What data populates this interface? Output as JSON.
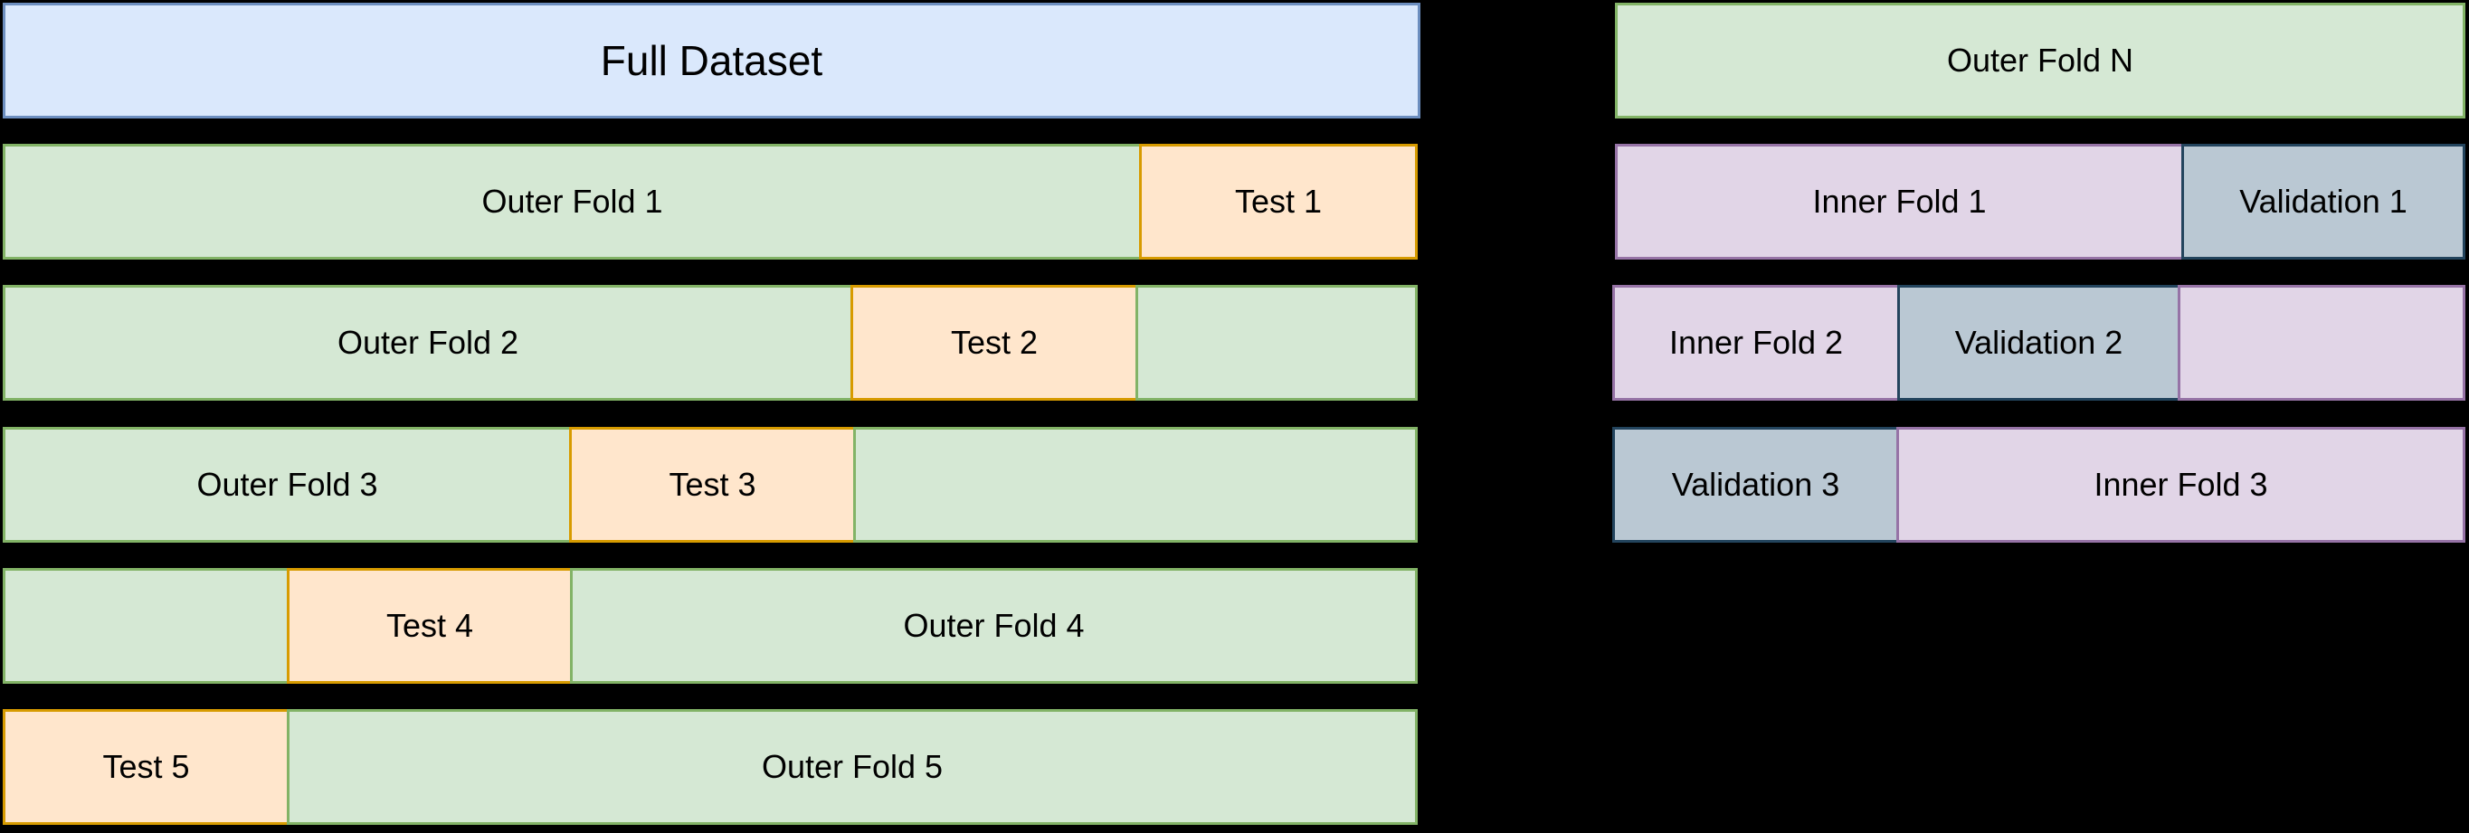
{
  "left": {
    "full_dataset": "Full Dataset",
    "row1": {
      "outer": "Outer Fold 1",
      "test": "Test 1"
    },
    "row2": {
      "outer": "Outer Fold 2",
      "test": "Test 2"
    },
    "row3": {
      "outer": "Outer Fold 3",
      "test": "Test 3"
    },
    "row4": {
      "outer": "Outer Fold 4",
      "test": "Test 4"
    },
    "row5": {
      "outer": "Outer Fold 5",
      "test": "Test 5"
    }
  },
  "right": {
    "outer_fold_n": "Outer Fold N",
    "row1": {
      "inner": "Inner Fold 1",
      "validation": "Validation 1"
    },
    "row2": {
      "inner": "Inner Fold 2",
      "validation": "Validation 2"
    },
    "row3": {
      "inner": "Inner Fold 3",
      "validation": "Validation 3"
    }
  },
  "colors": {
    "background": "#000000",
    "full_dataset_fill": "#dae8fc",
    "outer_fold_fill": "#d5e8d4",
    "test_fill": "#ffe6cc",
    "inner_fold_fill": "#e1d5e7",
    "validation_fill": "#bac8d3"
  }
}
